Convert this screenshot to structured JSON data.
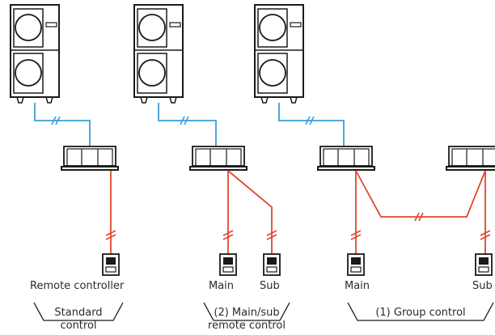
{
  "colors": {
    "refrigerant_pipe": "#3a9fd6",
    "control_wire": "#e0472c",
    "outline": "#1a1a1a"
  },
  "systems": [
    {
      "controller_labels": [
        "Remote controller"
      ],
      "caption": "Standard\ncontrol"
    },
    {
      "controller_labels": [
        "Main",
        "Sub"
      ],
      "caption": "(2) Main/sub\nremote control"
    },
    {
      "controller_labels": [
        "Main",
        "Sub"
      ],
      "caption": "(1) Group control"
    }
  ]
}
